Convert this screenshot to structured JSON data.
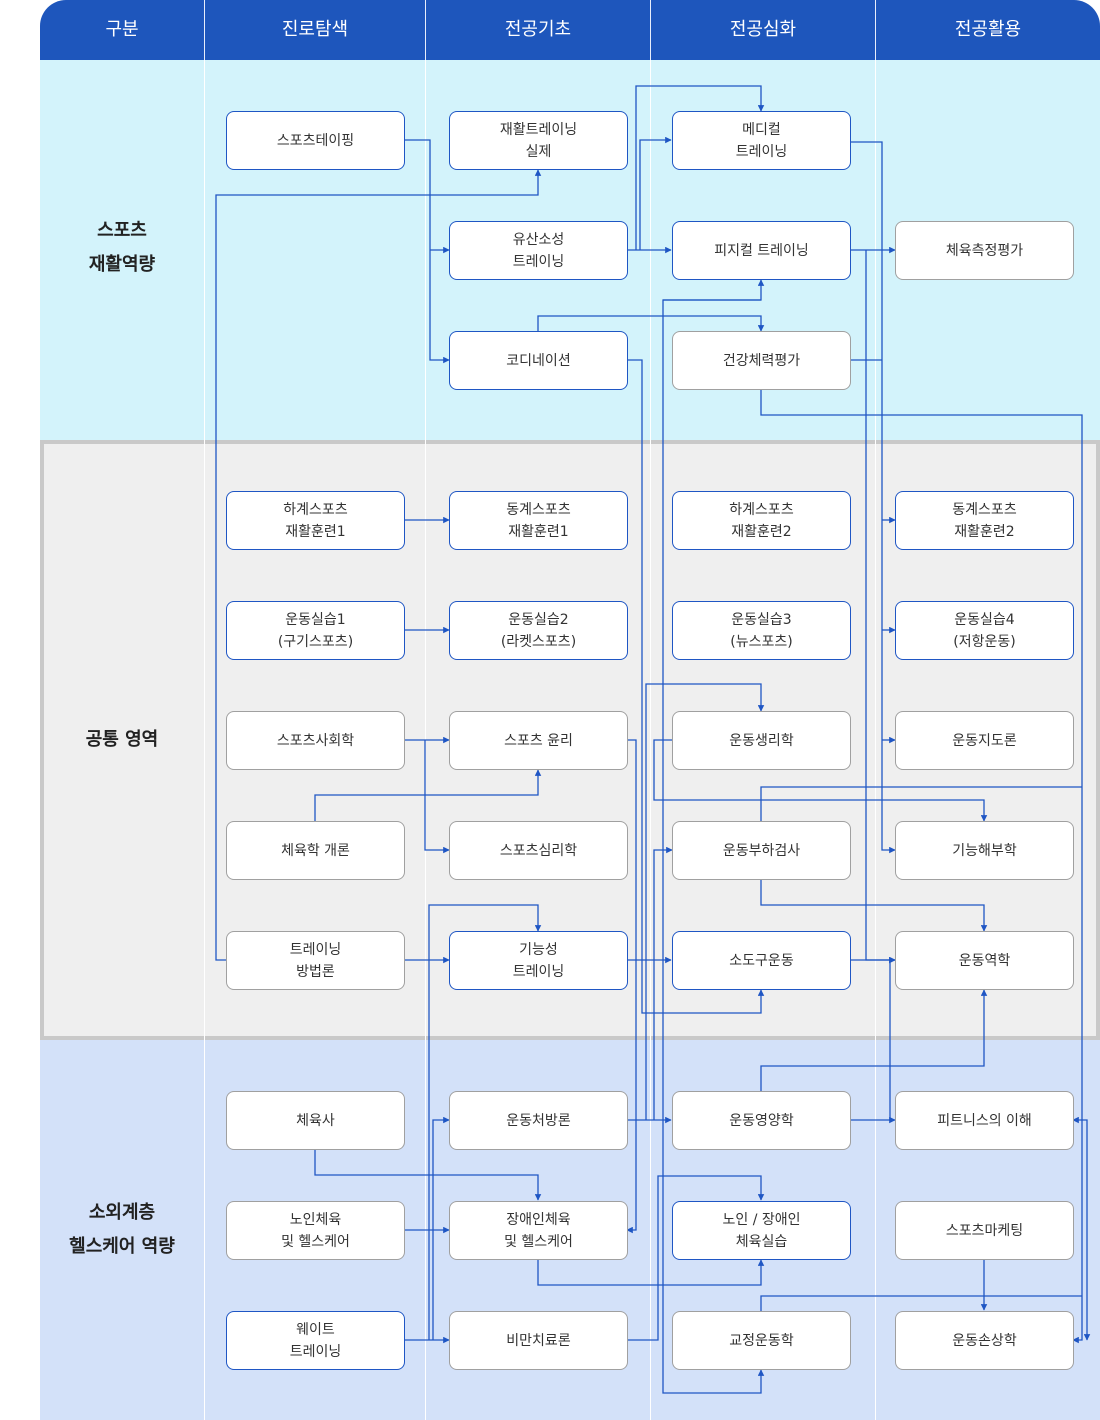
{
  "header": {
    "columns": [
      "구분",
      "진로탐색",
      "전공기초",
      "전공심화",
      "전공활용"
    ]
  },
  "sections": [
    {
      "label": "스포츠\n재활역량",
      "courses": [
        "스포츠테이핑",
        "재활트레이닝\n실제",
        "유산소성\n트레이닝",
        "코디네이션",
        "메디컬\n트레이닝",
        "피지컬 트레이닝",
        "건강체력평가",
        "체육측정평가"
      ]
    },
    {
      "label": "공통 영역",
      "courses": [
        "하계스포츠\n재활훈련1",
        "동계스포츠\n재활훈련1",
        "하계스포츠\n재활훈련2",
        "동계스포츠\n재활훈련2",
        "운동실습1\n(구기스포츠)",
        "운동실습2\n(라켓스포츠)",
        "운동실습3\n(뉴스포츠)",
        "운동실습4\n(저항운동)",
        "스포츠사회학",
        "스포츠 윤리",
        "운동생리학",
        "운동지도론",
        "체육학 개론",
        "스포츠심리학",
        "운동부하검사",
        "기능해부학",
        "트레이닝\n방법론",
        "기능성\n트레이닝",
        "소도구운동",
        "운동역학"
      ]
    },
    {
      "label": "소외계층\n헬스케어 역량",
      "courses": [
        "체육사",
        "운동처방론",
        "운동영양학",
        "피트니스의 이해",
        "노인체육\n및 헬스케어",
        "장애인체육\n및 헬스케어",
        "노인 / 장애인\n체육실습",
        "스포츠마케팅",
        "웨이트\n트레이닝",
        "비만치료론",
        "교정운동학",
        "운동손상학"
      ]
    }
  ],
  "colors": {
    "header": "#1e56bc",
    "line": "#1f56c4",
    "section1": "#d3f3fb",
    "section2": "#efefef",
    "section3": "#d3e1f9"
  }
}
